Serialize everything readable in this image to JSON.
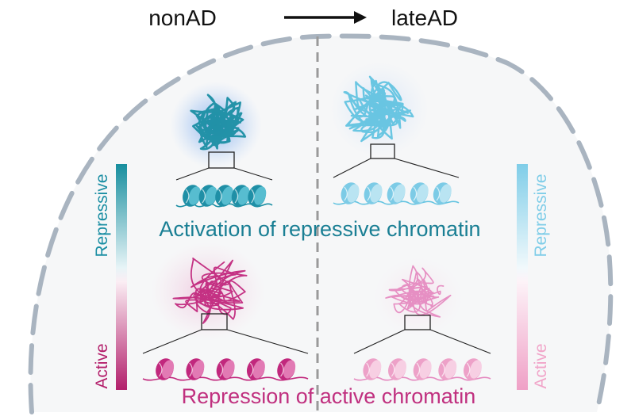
{
  "header": {
    "left_label": "nonAD",
    "right_label": "lateAD"
  },
  "labels": {
    "repressive_caption": "Activation of repressive chromatin",
    "active_caption": "Repression of active chromatin",
    "left_scale_top": "Repressive",
    "left_scale_bottom": "Active",
    "right_scale_top": "Repressive",
    "right_scale_bottom": "Active"
  },
  "colors": {
    "teal_dark": "#1a8ea3",
    "teal_light": "#62c3e0",
    "magenta_dark": "#c1287d",
    "pink_light": "#e58ac0",
    "outline": "#a9b4c0",
    "caption_teal": "#1a7f94",
    "caption_magenta": "#c0307f",
    "scale_left_bottom": "#b4206c",
    "scale_right_top": "#7fcde8",
    "scale_right_bottom": "#f1a5c9"
  },
  "icons": {
    "arrow": "right-arrow-icon",
    "chromatin": "chromatin-tangle-icon",
    "nucleosome": "nucleosome-icon"
  }
}
